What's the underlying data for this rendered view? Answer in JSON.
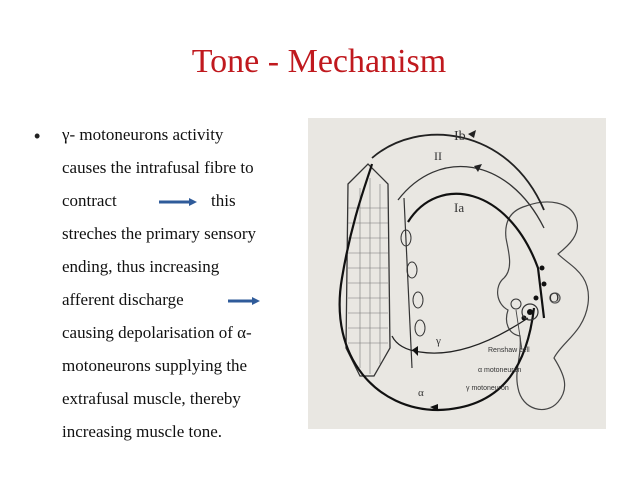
{
  "slide": {
    "title": "Tone - Mechanism",
    "bullet_symbol": "•",
    "lines": [
      "γ- motoneurons activity",
      "causes the intrafusal fibre to",
      "contract",
      "this",
      "streches the primary sensory",
      "ending, thus increasing",
      "afferent discharge",
      "causing depolarisation of α-",
      "motoneurons supplying the",
      "extrafusal muscle, thereby",
      "increasing muscle tone."
    ],
    "arrow_color": "#2f5b9a"
  },
  "figure": {
    "labels": {
      "ib": "Ib",
      "ii": "II",
      "ia": "Ia",
      "o": "O",
      "renshaw": "Renshaw cell",
      "alpha_moto": "α motoneuron",
      "gamma_moto": "γ motoneuron",
      "alpha": "α",
      "gamma": "γ"
    }
  }
}
